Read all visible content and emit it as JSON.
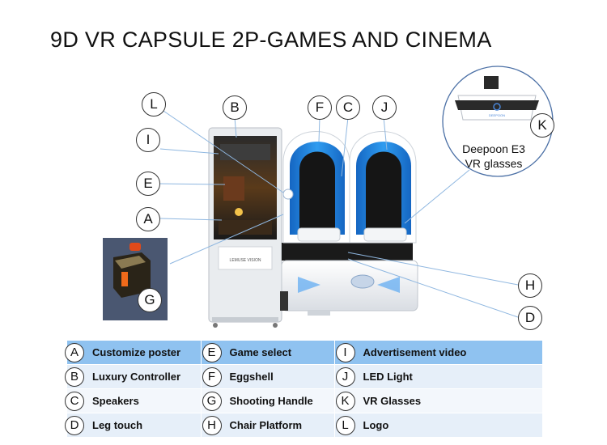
{
  "title": "9D VR CAPSULE 2P-GAMES AND CINEMA",
  "screen_brand": "LEMUSE VISION",
  "glasses_caption_line1": "Deepoon E3",
  "glasses_caption_line2": "VR glasses",
  "glasses_logo": "DEEPOON",
  "callouts": {
    "L": "L",
    "B": "B",
    "F": "F",
    "C": "C",
    "J": "J",
    "I": "I",
    "E": "E",
    "A": "A",
    "G": "G",
    "K": "K",
    "H": "H",
    "D": "D"
  },
  "legend": [
    [
      {
        "letter": "A",
        "label": "Customize poster"
      },
      {
        "letter": "E",
        "label": "Game select"
      },
      {
        "letter": "I",
        "label": "Advertisement video"
      }
    ],
    [
      {
        "letter": "B",
        "label": "Luxury Controller"
      },
      {
        "letter": "F",
        "label": "Eggshell"
      },
      {
        "letter": "J",
        "label": "LED Light"
      }
    ],
    [
      {
        "letter": "C",
        "label": "Speakers"
      },
      {
        "letter": "G",
        "label": "Shooting Handle"
      },
      {
        "letter": "K",
        "label": "VR Glasses"
      }
    ],
    [
      {
        "letter": "D",
        "label": "Leg touch"
      },
      {
        "letter": "H",
        "label": "Chair Platform"
      },
      {
        "letter": "L",
        "label": "Logo"
      }
    ]
  ],
  "colors": {
    "legend_header": "#8fc2f0",
    "legend_row": "#e6eff9",
    "capsule_blue": "#1d7fd8",
    "shell_white": "#f4f6f8"
  }
}
